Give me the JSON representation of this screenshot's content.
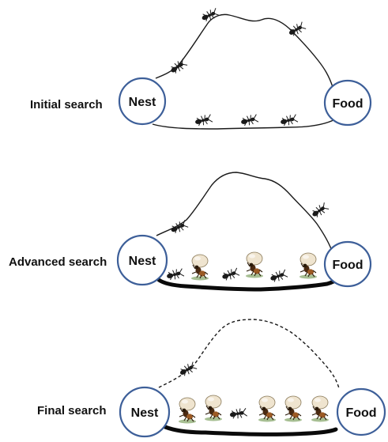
{
  "stages": [
    {
      "label": "Initial search",
      "nest": "Nest",
      "food": "Food"
    },
    {
      "label": "Advanced search",
      "nest": "Nest",
      "food": "Food"
    },
    {
      "label": "Final search",
      "nest": "Nest",
      "food": "Food"
    }
  ],
  "colors": {
    "node_stroke": "#3d5f99",
    "path": "#1a1a1a",
    "ant": "#1a1a1a",
    "food_crumb": "#efe4cf",
    "carrier_body": "#9c5a24",
    "grass": "#5f8a3a"
  }
}
